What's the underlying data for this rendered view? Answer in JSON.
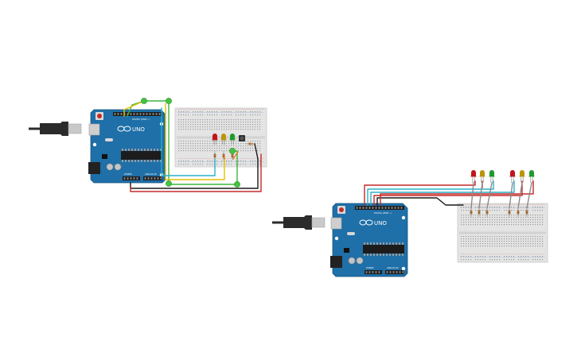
{
  "board_brand": "UNO",
  "board_logo": "arduino-infinity-logo",
  "board_digital_label": "DIGITAL (PWM ~)",
  "board_power_label": "POWER",
  "board_analog_label": "ANALOG IN",
  "colors": {
    "canvas_bg": "#ffffff",
    "board": "#1f6fa8",
    "board_edge": "#15557f",
    "breadboard": "#e4e4e4",
    "breadboard_hole": "#9a9a9a",
    "usb_cable": "#2b2b2b",
    "usb_plug": "#c9c9c9",
    "wire_red": "#c62828",
    "wire_black": "#1a1a1a",
    "wire_yellow": "#e8c000",
    "wire_green": "#3db53d",
    "wire_cyan": "#2ab0c8",
    "wire_orange": "#e07b1a",
    "junction": "#44c23f",
    "led_red": "#c0161b",
    "led_yellow": "#b8960a",
    "led_green": "#1f9a2c",
    "resistor": "#c9925b"
  },
  "circuits": [
    {
      "name": "circuit-left",
      "leds": [
        "red",
        "yellow",
        "green"
      ],
      "has_button": true
    },
    {
      "name": "circuit-right",
      "leds": [
        "red",
        "yellow",
        "green",
        "red",
        "yellow",
        "green"
      ],
      "has_button": false
    }
  ]
}
